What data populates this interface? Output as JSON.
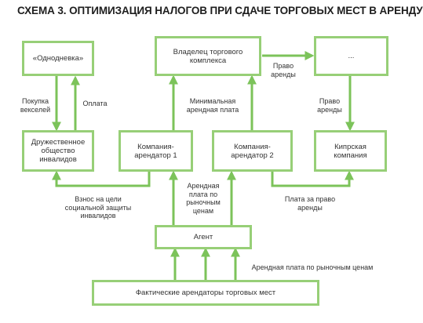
{
  "title": "СХЕМА 3. ОПТИМИЗАЦИЯ НАЛОГОВ ПРИ СДАЧЕ ТОРГОВЫХ МЕСТ В АРЕНДУ",
  "colors": {
    "line": "#7cc35a",
    "box_border": "#97cf77"
  },
  "nodes": {
    "odnodnevka": "«Однодневка»",
    "owner": "Владелец торгового\nкомплекса",
    "unknown": "...",
    "society": "Дружественное\nобщество\nинвалидов",
    "tenant1": "Компания-\nарендатор 1",
    "tenant2": "Компания-\nарендатор 2",
    "cyprus": "Кипрская\nкомпания",
    "agent": "Агент",
    "actual": "Фактические арендаторы торговых мест"
  },
  "edges": {
    "bills_purchase": "Покупка\nвекселей",
    "payment": "Оплата",
    "min_rent": "Минимальная\nарендная плата",
    "right_rent_top": "Право\nаренды",
    "right_rent_right": "Право\nаренды",
    "social_contribution": "Взнос на цели\nсоциальной защиты\nинвалидов",
    "market_rent_agent": "Арендная\nплата по\nрыночным\nценам",
    "payment_for_right": "Плата за право\nаренды",
    "market_rent_bottom": "Арендная плата по рыночным ценам"
  }
}
